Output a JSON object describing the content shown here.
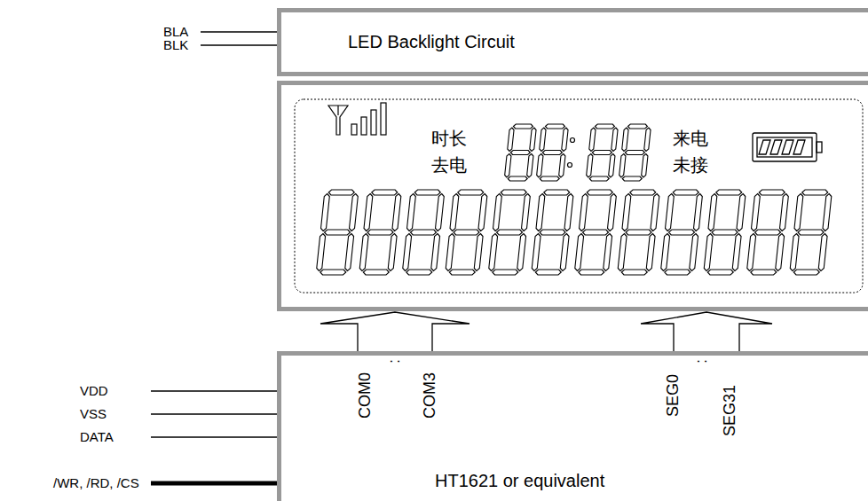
{
  "diagram": {
    "nodes": [
      {
        "text": [
          "LED Backlight Circuit"
        ]
      },
      {
        "text": [
          "时长",
          "去电",
          "来电",
          "未接"
        ]
      },
      {
        "text": [
          "HT1621 or equivalent"
        ]
      }
    ],
    "edges": [
      {
        "from": 2,
        "to": 1,
        "arrow": "to"
      },
      {
        "from": 2,
        "to": 1,
        "arrow": "to"
      }
    ],
    "labels": [
      "BLA",
      "BLK",
      "VDD",
      "VSS",
      "DATA",
      "/WR, /RD, /CS",
      "COM0",
      ":",
      "COM3",
      "SEG0",
      ":",
      "SEG31"
    ]
  }
}
